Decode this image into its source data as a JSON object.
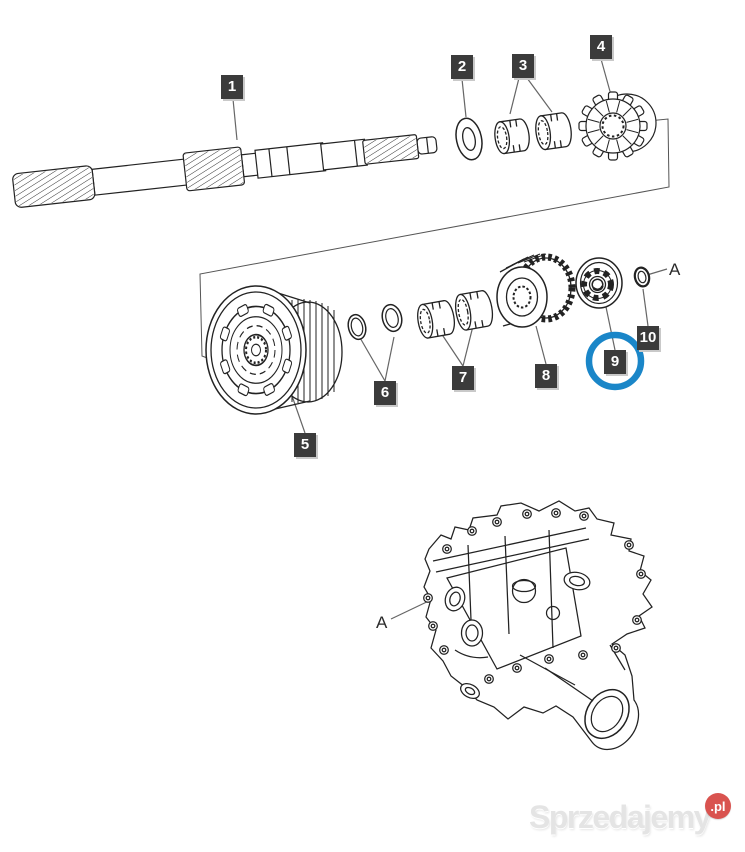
{
  "diagram": {
    "part_labels": [
      "1",
      "2",
      "3",
      "4",
      "5",
      "6",
      "7",
      "8",
      "9",
      "10"
    ],
    "ref_labels": [
      "A",
      "A"
    ],
    "highlighted_part": "9",
    "colors": {
      "highlight_ring": "#1a86c8",
      "label_background": "#3b3b3b",
      "label_text": "#ffffff",
      "line_art": "#222222",
      "leader_line": "#666666"
    }
  },
  "watermark": {
    "text": "Sprzedajemy",
    "suffix": ".pl",
    "badge_color": "#d9534f"
  }
}
